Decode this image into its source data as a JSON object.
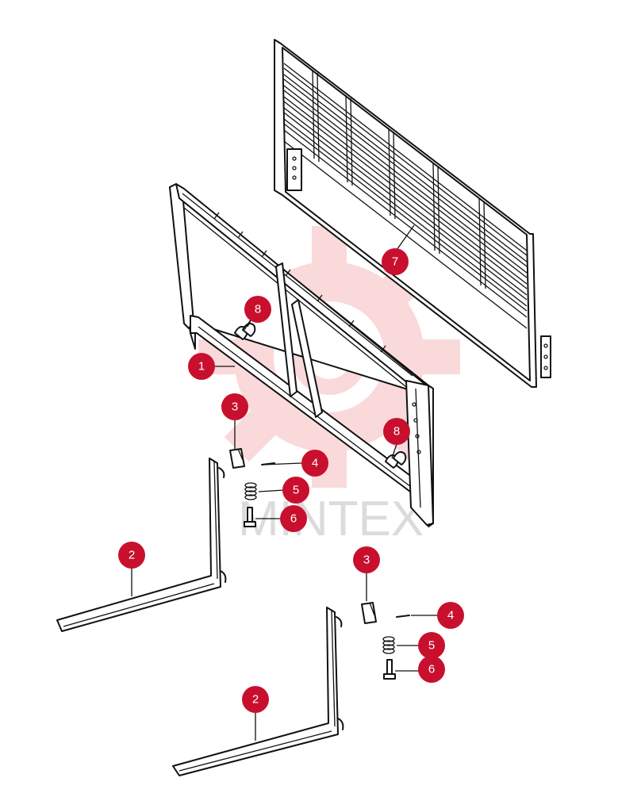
{
  "watermark": {
    "text": "MINTEX",
    "color": "#e8343c"
  },
  "callouts": [
    {
      "id": "c7",
      "label": "7"
    },
    {
      "id": "c8a",
      "label": "8"
    },
    {
      "id": "c1",
      "label": "1"
    },
    {
      "id": "c3a",
      "label": "3"
    },
    {
      "id": "c8b",
      "label": "8"
    },
    {
      "id": "c4a",
      "label": "4"
    },
    {
      "id": "c5a",
      "label": "5"
    },
    {
      "id": "c6a",
      "label": "6"
    },
    {
      "id": "c2a",
      "label": "2"
    },
    {
      "id": "c3b",
      "label": "3"
    },
    {
      "id": "c4b",
      "label": "4"
    },
    {
      "id": "c5b",
      "label": "5"
    },
    {
      "id": "c6b",
      "label": "6"
    },
    {
      "id": "c2b",
      "label": "2"
    }
  ],
  "colors": {
    "callout": "#c8102e",
    "line": "#111111"
  }
}
